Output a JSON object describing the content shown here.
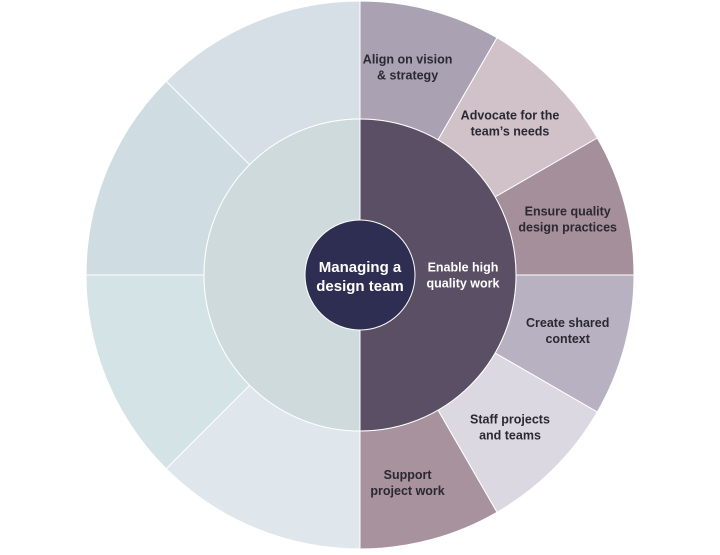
{
  "center": {
    "lines": [
      "Managing a",
      "design team"
    ],
    "color": "#2d2e52",
    "text_color": "#ffffff"
  },
  "inner_ring": {
    "left": {
      "lines": [],
      "color": "#cfdadd"
    },
    "right": {
      "lines": [
        "Enable high",
        "quality work"
      ],
      "color": "#5a4f64",
      "text_color": "#ffffff"
    }
  },
  "outer_ring": {
    "left_segments": [
      {
        "lines": [],
        "color": "#dfe6ec"
      },
      {
        "lines": [],
        "color": "#d3e3e6"
      },
      {
        "lines": [],
        "color": "#cfdde3"
      },
      {
        "lines": [],
        "color": "#d6dfe6"
      }
    ],
    "right_segments": [
      {
        "lines": [
          "Align on vision",
          "& strategy"
        ],
        "color": "#aaa1b3",
        "text_color": "#2a2830"
      },
      {
        "lines": [
          "Advocate for the",
          "team’s needs"
        ],
        "color": "#d0c2c8",
        "text_color": "#2a2830"
      },
      {
        "lines": [
          "Ensure quality",
          "design practices"
        ],
        "color": "#a48f9b",
        "text_color": "#2a2830"
      },
      {
        "lines": [
          "Create shared",
          "context"
        ],
        "color": "#b8b1c2",
        "text_color": "#2a2830"
      },
      {
        "lines": [
          "Staff projects",
          "and teams"
        ],
        "color": "#dcd8e1",
        "text_color": "#2a2830"
      },
      {
        "lines": [
          "Support",
          "project work"
        ],
        "color": "#a7929e",
        "text_color": "#2a2830"
      }
    ]
  },
  "divider_color": "#ffffff"
}
